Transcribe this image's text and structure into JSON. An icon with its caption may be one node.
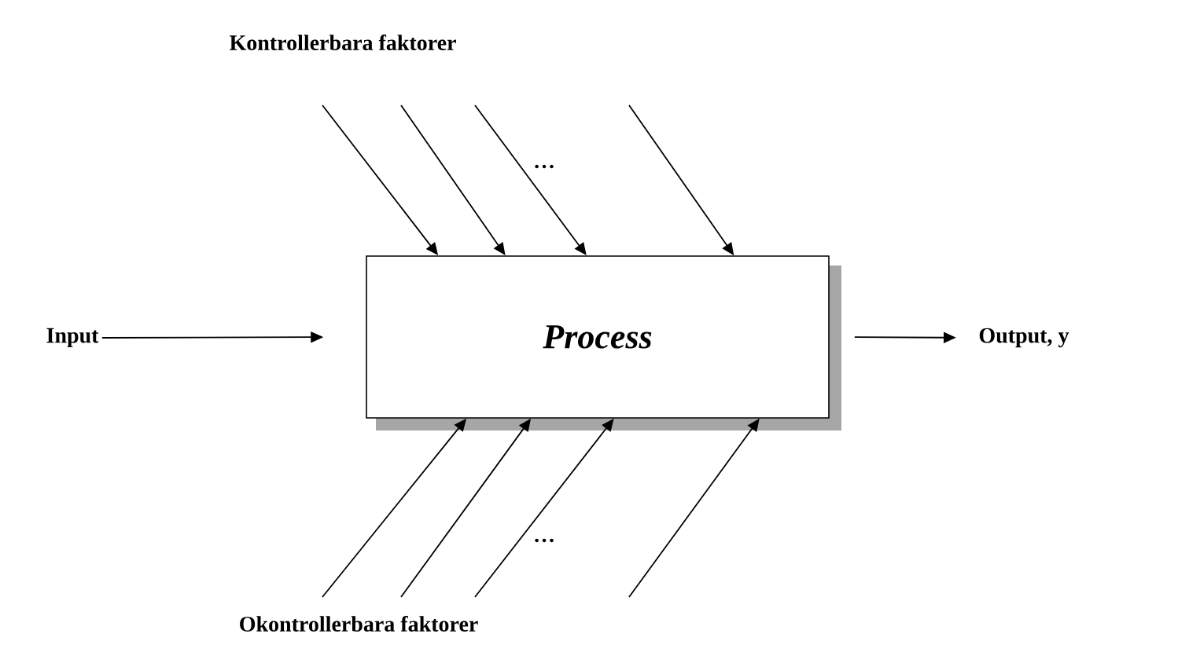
{
  "diagram": {
    "nodes": [
      {
        "text": [
          "Input"
        ]
      },
      {
        "text": [
          "Process"
        ]
      },
      {
        "text": [
          "Output, y"
        ]
      }
    ],
    "edges": [
      {
        "from": 0,
        "to": 1,
        "arrow": "to"
      },
      {
        "from": 1,
        "to": 2,
        "arrow": "to"
      },
      {
        "from": null,
        "to": 1,
        "arrow": "to"
      },
      {
        "from": null,
        "to": 1,
        "arrow": "to"
      },
      {
        "from": null,
        "to": 1,
        "arrow": "to"
      },
      {
        "from": null,
        "to": 1,
        "arrow": "to"
      },
      {
        "from": null,
        "to": 1,
        "arrow": "to"
      },
      {
        "from": null,
        "to": 1,
        "arrow": "to"
      },
      {
        "from": null,
        "to": 1,
        "arrow": "to"
      },
      {
        "from": null,
        "to": 1,
        "arrow": "to"
      }
    ],
    "labels": [
      "Kontrollerbara faktorer",
      "…",
      "…",
      "Okontrollerbara faktorer"
    ]
  }
}
